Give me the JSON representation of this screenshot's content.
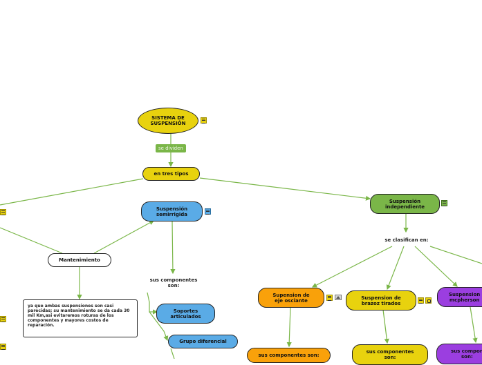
{
  "root": {
    "label": "SISTEMA DE\nSUSPENSIÓN"
  },
  "link_label": "se dividen",
  "types": {
    "label": "en tres tipos"
  },
  "semirrigida": {
    "label": "Suspensión\nsemirrigida"
  },
  "independiente": {
    "label": "Suspensión\nindependiente"
  },
  "mantenimiento": {
    "label": "Mantenimiento"
  },
  "mantenimiento_note": "ya que ambas suspensiones son casi parecidas; su mantenimiento se da cada 30 mil Km,asi evitaremos roturas de los componentes y mayores costos de reparación.",
  "semi_components": {
    "label": "sus componentes\nson:"
  },
  "soportes": {
    "label": "Soportes\narticulados"
  },
  "grupo": {
    "label": "Grupo diferencial"
  },
  "se_clasifican": {
    "label": "se clasifican en:"
  },
  "eje_osciante": {
    "label": "Supension de\neje osciante"
  },
  "brazoz": {
    "label": "Suspension de\nbrazoz tirados"
  },
  "mcpherson": {
    "label": "Suspension\nmcpherson"
  },
  "eje_components": {
    "label": "sus componentes son:"
  },
  "brazoz_components": {
    "label": "sus componentes\nson:"
  },
  "mcpherson_components": {
    "label": "sus compon\nson:"
  },
  "colors": {
    "yellow": "#e8d20e",
    "blue": "#5aabe6",
    "green": "#7ab648",
    "orange": "#f9a10a",
    "purple": "#9b3ee0",
    "connector": "#7ab648"
  }
}
